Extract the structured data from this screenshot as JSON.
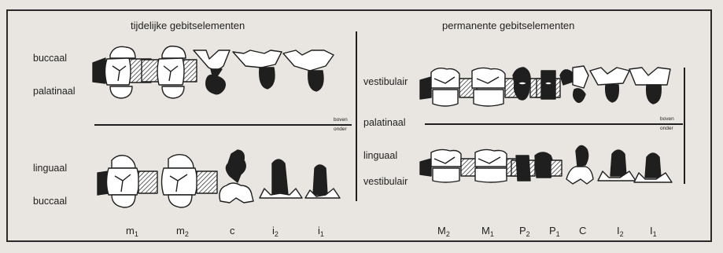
{
  "headings": {
    "left": "tijdelijke gebitselementen",
    "right": "permanente gebitselementen"
  },
  "left_side": {
    "upper_outer": "buccaal",
    "upper_inner": "palatinaal",
    "lower_inner": "linguaal",
    "lower_outer": "buccaal",
    "jaw_upper": "boven",
    "jaw_lower": "onder",
    "teeth": [
      {
        "base": "m",
        "sub": "1"
      },
      {
        "base": "m",
        "sub": "2"
      },
      {
        "base": "c",
        "sub": ""
      },
      {
        "base": "i",
        "sub": "2"
      },
      {
        "base": "i",
        "sub": "1"
      }
    ]
  },
  "right_side": {
    "upper_outer": "vestibulair",
    "upper_inner": "palatinaal",
    "lower_inner": "linguaal",
    "lower_outer": "vestibulair",
    "jaw_upper": "boven",
    "jaw_lower": "onder",
    "teeth": [
      {
        "base": "M",
        "sub": "2"
      },
      {
        "base": "M",
        "sub": "1"
      },
      {
        "base": "P",
        "sub": "2"
      },
      {
        "base": "P",
        "sub": "1"
      },
      {
        "base": "C",
        "sub": ""
      },
      {
        "base": "I",
        "sub": "2"
      },
      {
        "base": "I",
        "sub": "1"
      }
    ]
  },
  "colors": {
    "ink": "#1f1f1f",
    "paper": "#e9e6e1",
    "hatch": "#3a3a3a"
  }
}
